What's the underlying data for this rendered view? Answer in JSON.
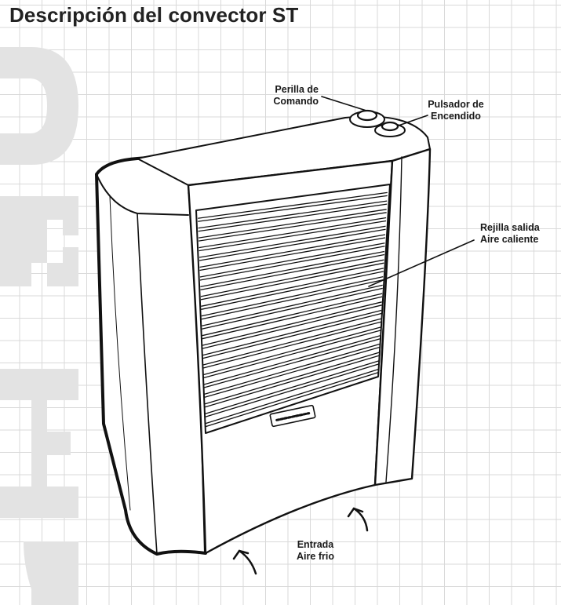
{
  "title": "Descripción del convector ST",
  "labels": {
    "knob": {
      "line1": "Perilla de",
      "line2": "Comando"
    },
    "ignition": {
      "line1": "Pulsador de",
      "line2": "Encendido"
    },
    "grille": {
      "line1": "Rejilla salida",
      "line2": "Aire caliente"
    },
    "intake": {
      "line1": "Entrada",
      "line2": "Aire frio"
    }
  },
  "colors": {
    "watermark": "#e3e3e3",
    "grid": "#d9d9d9",
    "line": "#111111",
    "text": "#1a1a1a"
  }
}
